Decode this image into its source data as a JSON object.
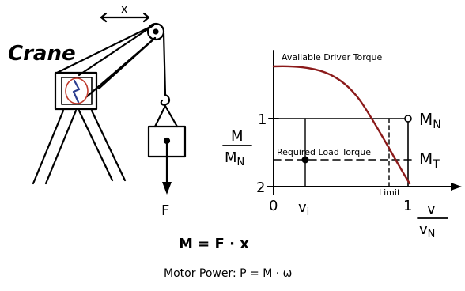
{
  "crane": {
    "title": "Crane",
    "x_label": "x",
    "force_label": "F"
  },
  "graph": {
    "available_driver_torque": "Available Driver Torque",
    "required_load_torque": "Required Load Torque",
    "y_axis_numerator": "M",
    "y_axis_denominator": "M",
    "y_axis_denominator_sub": "N",
    "x_axis_numerator": "v",
    "x_axis_denominator": "v",
    "x_axis_denominator_sub": "N",
    "tick_1": "1",
    "tick_2": "2",
    "origin": "0",
    "x_tick_1": "1",
    "vi_label": "v",
    "vi_sub": "i",
    "limit_label": "Limit",
    "mn_label": "M",
    "mn_sub": "N",
    "mt_label": "M",
    "mt_sub": "T"
  },
  "equations": {
    "moment": "M = F · x",
    "motor_power": "Motor Power: P = M · ω"
  },
  "colors": {
    "ink": "#000000",
    "curve": "#8b1a1a",
    "motor_red": "#c0392b",
    "motor_blue": "#2c3e8f"
  }
}
